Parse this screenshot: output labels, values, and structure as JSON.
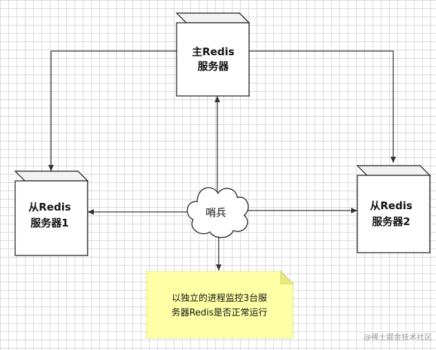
{
  "nodes": {
    "master": {
      "line1": "主Redis",
      "line2": "服务器"
    },
    "slave1": {
      "line1": "从Redis",
      "line2": "服务器1"
    },
    "slave2": {
      "line1": "从Redis",
      "line2": "服务器2"
    },
    "sentinel": {
      "label": "哨兵"
    }
  },
  "note": {
    "line1": "以独立的进程监控3台服",
    "line2": "务器Redis是否正常运行"
  },
  "watermark": "@稀土掘金技术社区",
  "colors": {
    "box_fill": "#ffffff",
    "box_side": "#d9d9d9",
    "box_stroke": "#111111",
    "line": "#333333",
    "note_fill": "#ffffa6",
    "note_fold": "#e8e87c",
    "grid": "#d9d9d9"
  }
}
